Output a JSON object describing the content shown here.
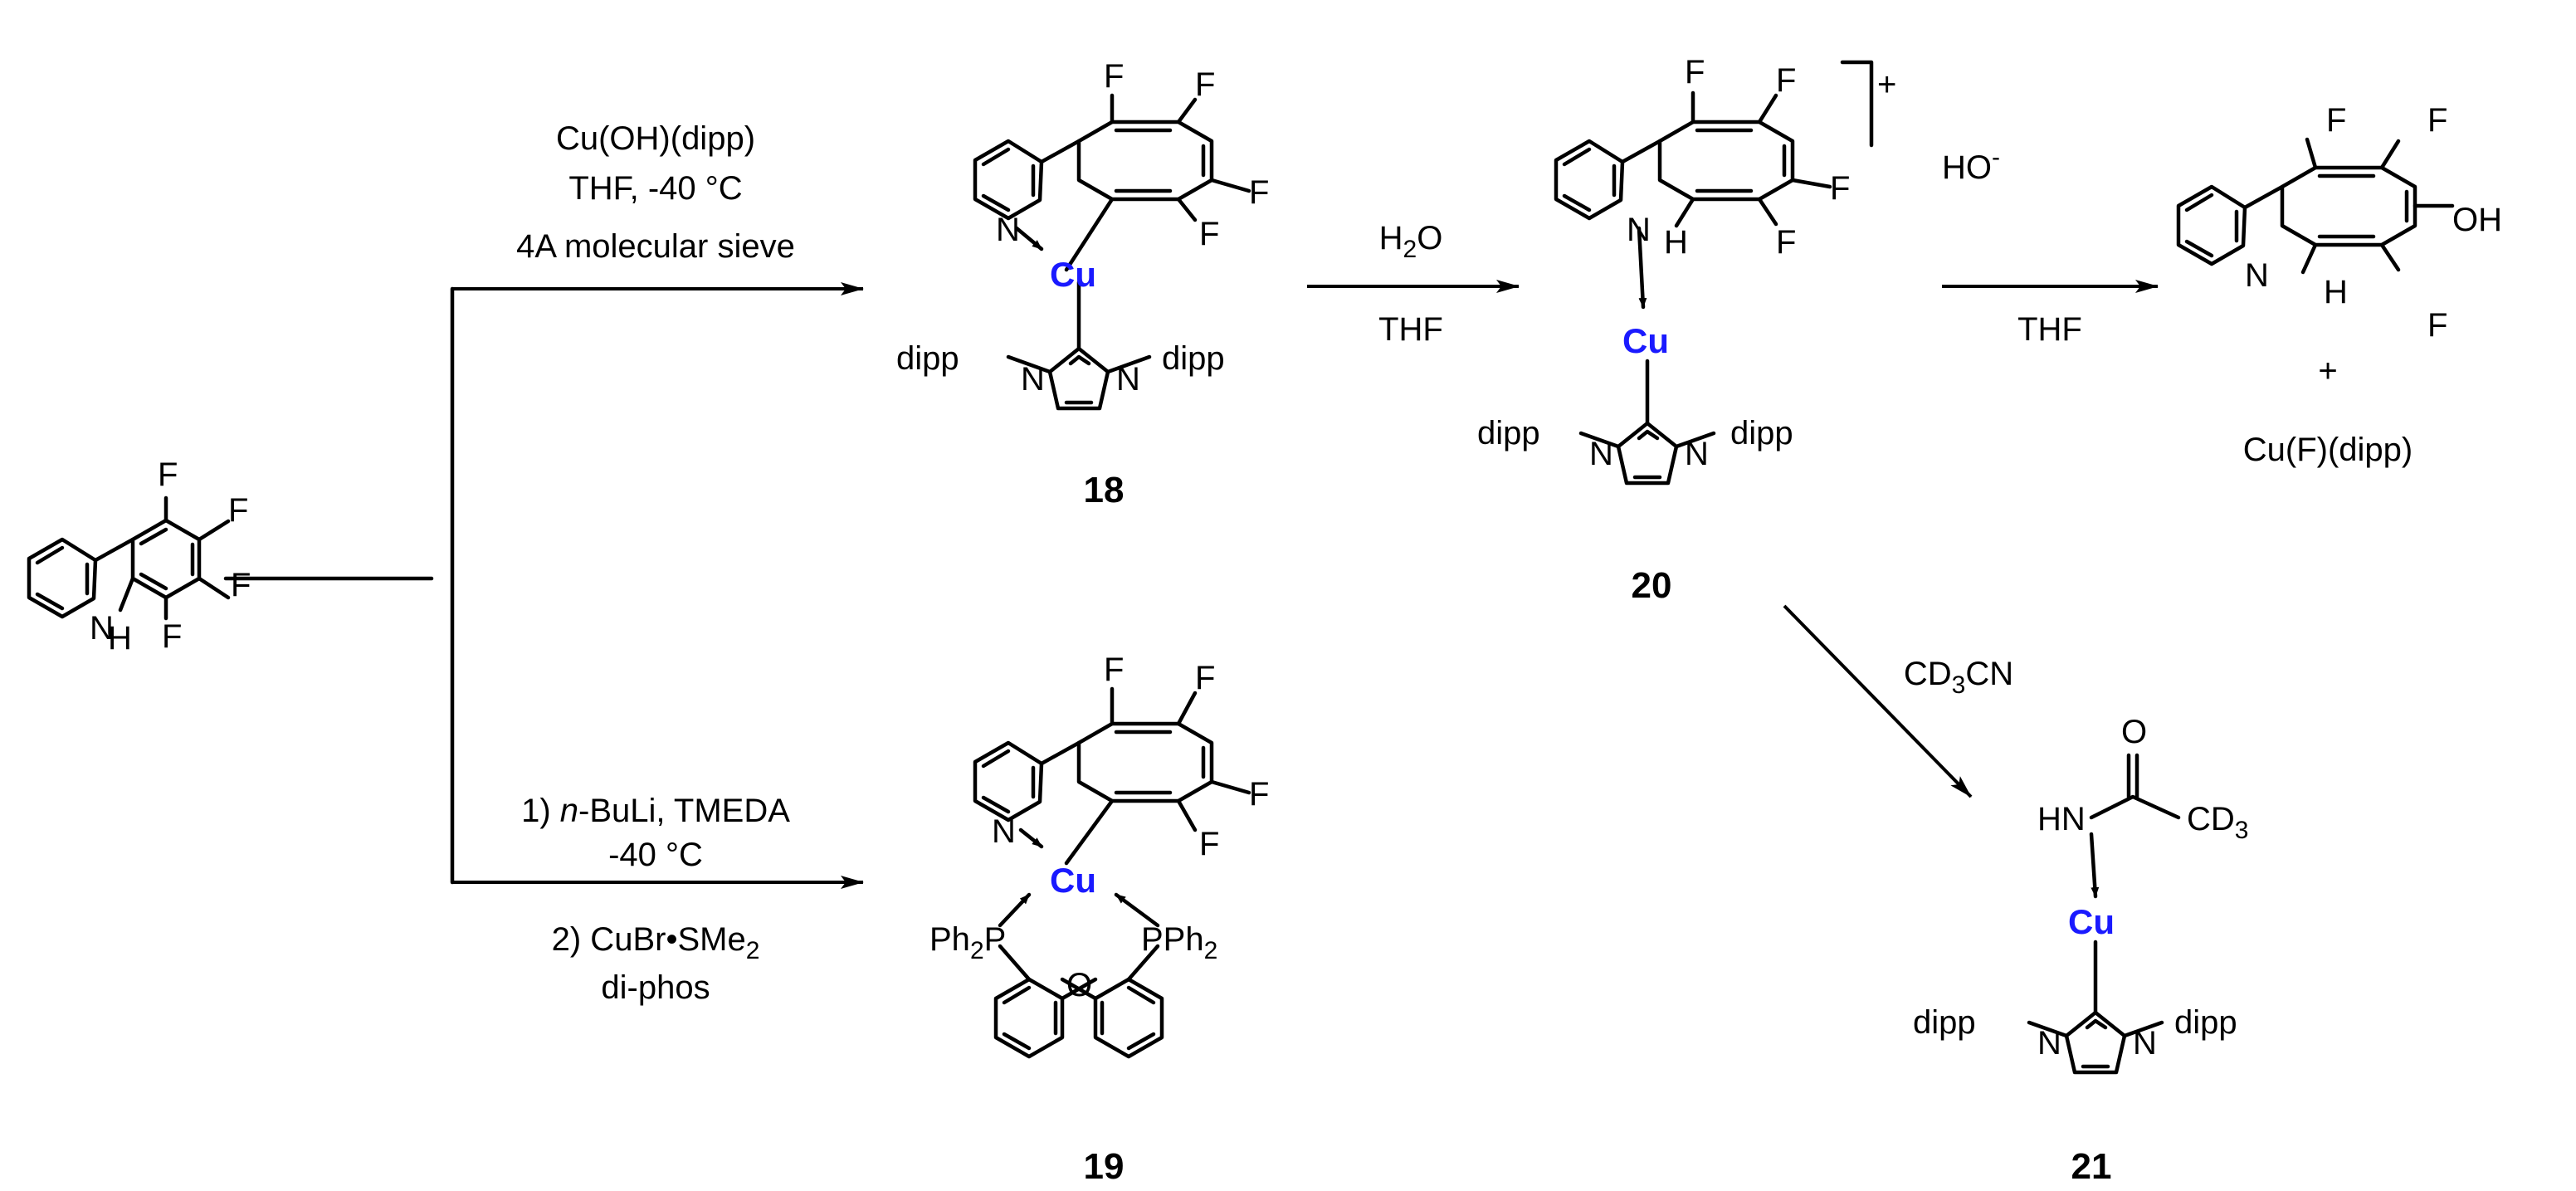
{
  "reagents": {
    "top_line1": "Cu(OH)(dipp)",
    "top_line2": "THF, -40 °C",
    "top_line3": "4A molecular sieve",
    "bottom_line1_pre": "1) ",
    "bottom_line1_ital": "n",
    "bottom_line1_post": "-BuLi, TMEDA",
    "bottom_line2": "-40 °C",
    "bottom_line3_pre": "2) CuBr•SMe",
    "bottom_line3_sub": "2",
    "bottom_line4": "di-phos",
    "step2_above_pre": "H",
    "step2_above_sub": "2",
    "step2_above_post": "O",
    "step2_below": "THF",
    "step3_below": "THF",
    "step4_pre": "CD",
    "step4_sub": "3",
    "step4_post": "CN"
  },
  "atoms": {
    "F": "F",
    "N": "N",
    "H": "H",
    "O": "O",
    "OH": "OH",
    "Cu": "Cu",
    "dipp": "dipp",
    "P_left_pre": "Ph",
    "P_left_sub": "2",
    "P_left_post": "P",
    "P_right_pre": "PPh",
    "P_right_sub": "2",
    "HN": "HN",
    "CD3_pre": "CD",
    "CD3_sub": "3"
  },
  "charges": {
    "plus": "+",
    "hydroxide_pre": "HO",
    "hydroxide_sup": "-"
  },
  "products": {
    "plus_sign": "+",
    "cu_fluoride": "Cu(F)(dipp)"
  },
  "compounds": {
    "c18": "18",
    "c19": "19",
    "c20": "20",
    "c21": "21"
  },
  "colors": {
    "copper": "#1a1aff",
    "bond": "#000000"
  }
}
